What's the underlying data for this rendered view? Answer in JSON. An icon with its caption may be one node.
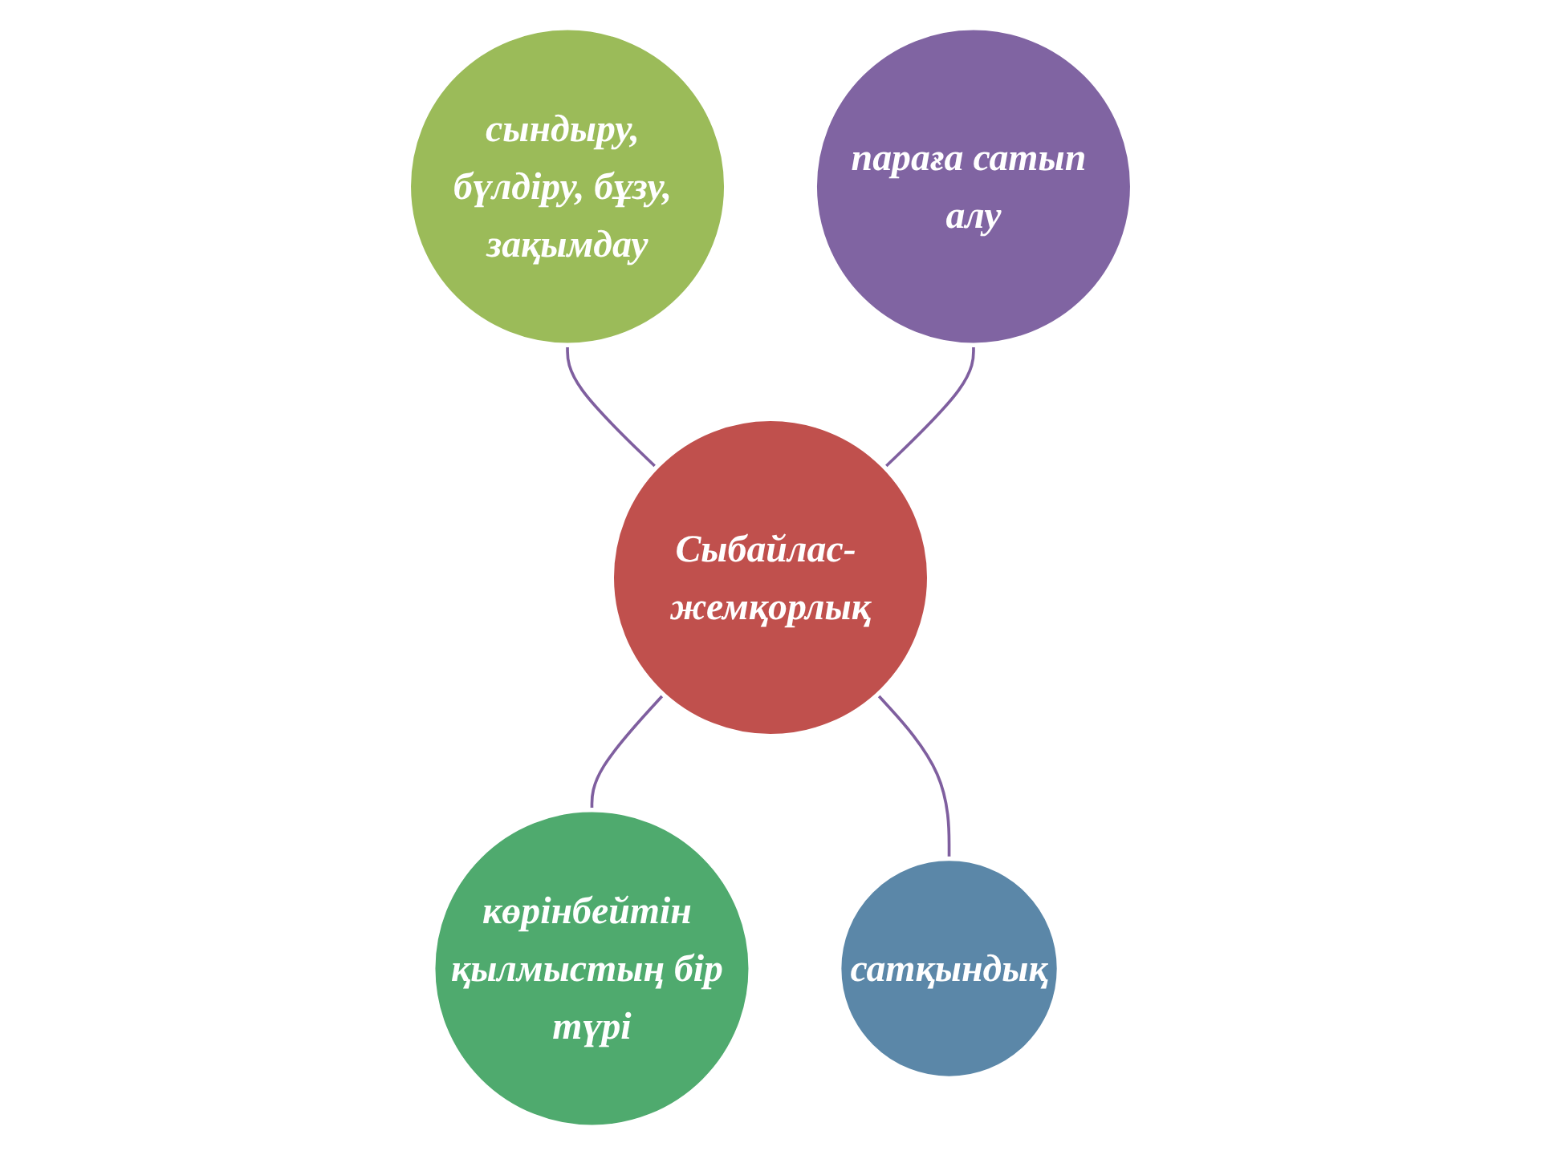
{
  "diagram": {
    "nodes": [
      {
        "text": [
          "Сыбайлас- жемқорлық"
        ]
      },
      {
        "text": [
          "сындыру, бүлдіру, бұзу, зақымдау"
        ]
      },
      {
        "text": [
          "көрінбейтін қылмыстың бір түрі"
        ]
      },
      {
        "text": [
          "сатқындық"
        ]
      },
      {
        "text": [
          "параға сатып алу"
        ]
      }
    ],
    "edges": [
      {
        "from": 1,
        "to": 0,
        "arrow": "none"
      },
      {
        "from": 4,
        "to": 0,
        "arrow": "none"
      },
      {
        "from": 0,
        "to": 2,
        "arrow": "none"
      },
      {
        "from": 0,
        "to": 3,
        "arrow": "none"
      }
    ]
  }
}
